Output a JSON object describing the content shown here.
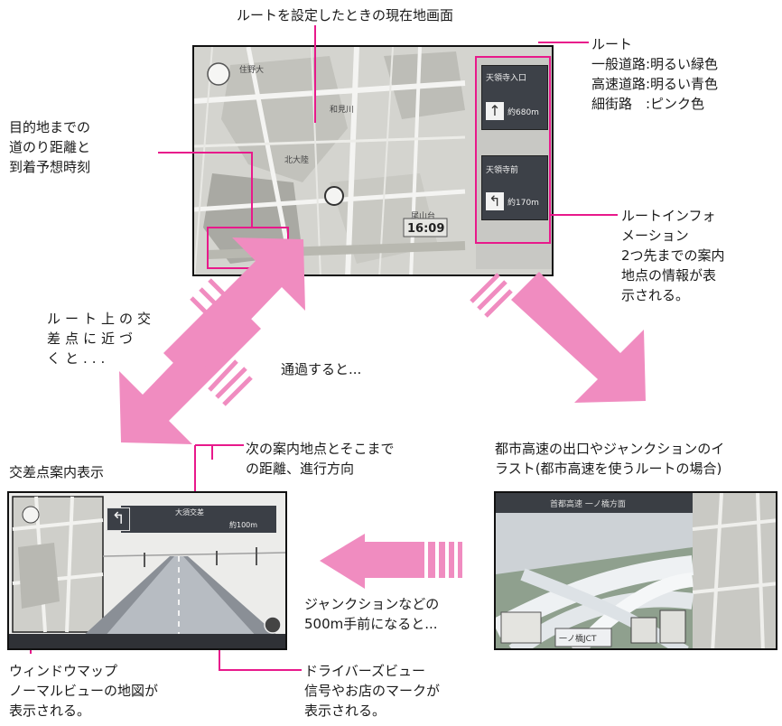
{
  "title": "ルートを設定したときの現在地画面",
  "route_legend": {
    "heading": "ルート",
    "lines": [
      "一般道路:明るい緑色",
      "高速道路:明るい青色",
      "細街路　:ピンク色"
    ]
  },
  "distance_label": [
    "目的地までの",
    "道のり距離と",
    "到着予想時刻"
  ],
  "route_info_label": [
    "ルートインフォ",
    "メーション",
    "2つ先までの案内",
    "地点の情報が表",
    "示される。"
  ],
  "approach_label": [
    "ルート上の交",
    "差点に近づ",
    "くと..."
  ],
  "passed_label": "通過すると...",
  "intersection_title": "交差点案内表示",
  "next_point_label": [
    "次の案内地点とそこまで",
    "の距離、進行方向"
  ],
  "expressway_label": [
    "都市高速の出口やジャンクションのイ",
    "ラスト(都市高速を使うルートの場合)"
  ],
  "junction_label": [
    "ジャンクションなどの",
    "500m手前になると..."
  ],
  "window_map_label": [
    "ウィンドウマップ",
    "ノーマルビューの地図が",
    "表示される。"
  ],
  "drivers_view_label": [
    "ドライバーズビュー",
    "信号やお店のマークが",
    "表示される。"
  ],
  "main_screen": {
    "guide1_name": "天領寺入口",
    "guide1_dist": "約680m",
    "guide2_name": "天領寺前",
    "guide2_dist": "約170m",
    "time": "16:09"
  },
  "inter_screen": {
    "guide_name": "大須交差",
    "guide_dist": "約100m"
  },
  "exp_screen": {
    "sign": "一ノ橋JCT"
  },
  "colors": {
    "accent": "#e8198b",
    "arrow_pink": "#f08cc0"
  }
}
